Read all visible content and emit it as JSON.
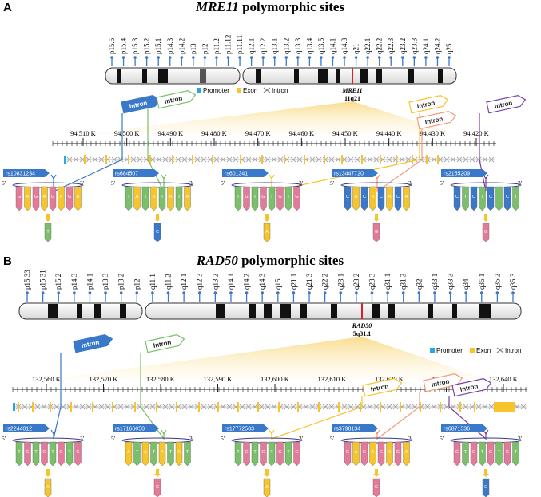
{
  "panels": [
    {
      "letter": "A",
      "gene": "MRE11",
      "title_suffix": " polymorphic sites",
      "bands": [
        "p15.5",
        "p15.4",
        "p15.3",
        "p15.2",
        "p15.1",
        "p14.3",
        "p14.2",
        "p13",
        "p12",
        "p11.2",
        "p11.12",
        "p11.11",
        "q12.1",
        "q12.2",
        "q13.1",
        "q13.2",
        "q13.3",
        "q13.4",
        "q13.5",
        "q14.1",
        "q14.3",
        "q21",
        "q22.1",
        "q22.2",
        "q22.3",
        "q23.2",
        "q23.3",
        "q24.1",
        "q24.2",
        "q25"
      ],
      "locus_gene": "MRE11",
      "locus_band": "11q21",
      "legend": {
        "promoter": "Promoter",
        "exon": "Exon",
        "intron": "Intron"
      },
      "axis_ticks": [
        "94,510 K",
        "94,500 K",
        "94,490 K",
        "94,480 K",
        "94,470 K",
        "94,460 K",
        "94,450 K",
        "94,440 K",
        "94,430 K",
        "94,420 K"
      ],
      "intron_label": "Intron",
      "snps": [
        {
          "id": "rs10831234",
          "stack": [
            "G",
            "A",
            "G",
            "A",
            "G",
            "A",
            "G",
            "A"
          ],
          "base": "T"
        },
        {
          "id": "rs684507",
          "stack": [
            "T",
            "A",
            "T",
            "A",
            "T",
            "A",
            "T",
            "A"
          ],
          "base": "C"
        },
        {
          "id": "rs601341",
          "stack": [
            "T",
            "G",
            "T",
            "G",
            "T",
            "G",
            "T",
            "G"
          ],
          "base": "A"
        },
        {
          "id": "rs13447720",
          "stack": [
            "C",
            "A",
            "C",
            "A",
            "C",
            "A",
            "C",
            "A"
          ],
          "base": "G"
        },
        {
          "id": "rs2155209",
          "stack": [
            "C",
            "T",
            "C",
            "T",
            "C",
            "T",
            "C",
            "T"
          ],
          "base": "G"
        }
      ]
    },
    {
      "letter": "B",
      "gene": "RAD50",
      "title_suffix": " polymorphic sites",
      "bands": [
        "p15.33",
        "p15.31",
        "p15.2",
        "p14.3",
        "p14.1",
        "p13.3",
        "p13.2",
        "p12",
        "q11.1",
        "q11.2",
        "q12.1",
        "q12.3",
        "q13.2",
        "q14.1",
        "q14.2",
        "q14.3",
        "q15",
        "q21.1",
        "q21.3",
        "q22.2",
        "q23.1",
        "q23.2",
        "q23.3",
        "q31.1",
        "q31.3",
        "q32",
        "q33.1",
        "q33.3",
        "q34",
        "q35.1",
        "q35.2",
        "q35.3"
      ],
      "locus_gene": "RAD50",
      "locus_band": "5q31.1",
      "legend": {
        "promoter": "Promoter",
        "exon": "Exon",
        "intron": "Intron"
      },
      "axis_ticks": [
        "132,560 K",
        "132,570 K",
        "132,580 K",
        "132,590 K",
        "132,600 K",
        "132,610 K",
        "132,620 K",
        "132,630 K",
        "132,640 K"
      ],
      "intron_label": "Intron",
      "snps": [
        {
          "id": "rs2244012",
          "stack": [
            "T",
            "G",
            "T",
            "G",
            "T",
            "G",
            "T",
            "G"
          ],
          "base": "A"
        },
        {
          "id": "rs17166050",
          "stack": [
            "A",
            "T",
            "A",
            "T",
            "A",
            "T",
            "A",
            "T"
          ],
          "base": "G"
        },
        {
          "id": "rs17772583",
          "stack": [
            "T",
            "G",
            "T",
            "G",
            "T",
            "G",
            "T",
            "G"
          ],
          "base": "A"
        },
        {
          "id": "rs3798134",
          "stack": [
            "G",
            "A",
            "G",
            "A",
            "G",
            "A",
            "G",
            "A"
          ],
          "base": "G"
        },
        {
          "id": "rs6871536",
          "stack": [
            "G",
            "T",
            "G",
            "T",
            "G",
            "T",
            "G",
            "T"
          ],
          "base": "C"
        }
      ]
    }
  ],
  "strand": {
    "five": "5'",
    "three": "3'"
  },
  "colors": {
    "blue": "#3a78c9",
    "green": "#7bbf6a",
    "orange": "#f0a040",
    "pink": "#e47a9a",
    "purple": "#7b3fa8",
    "yellow": "#f6c42b",
    "salmon": "#f29a76",
    "cyan": "#2aa6e0",
    "exon": "#f6c42b",
    "red": "#e02020"
  }
}
